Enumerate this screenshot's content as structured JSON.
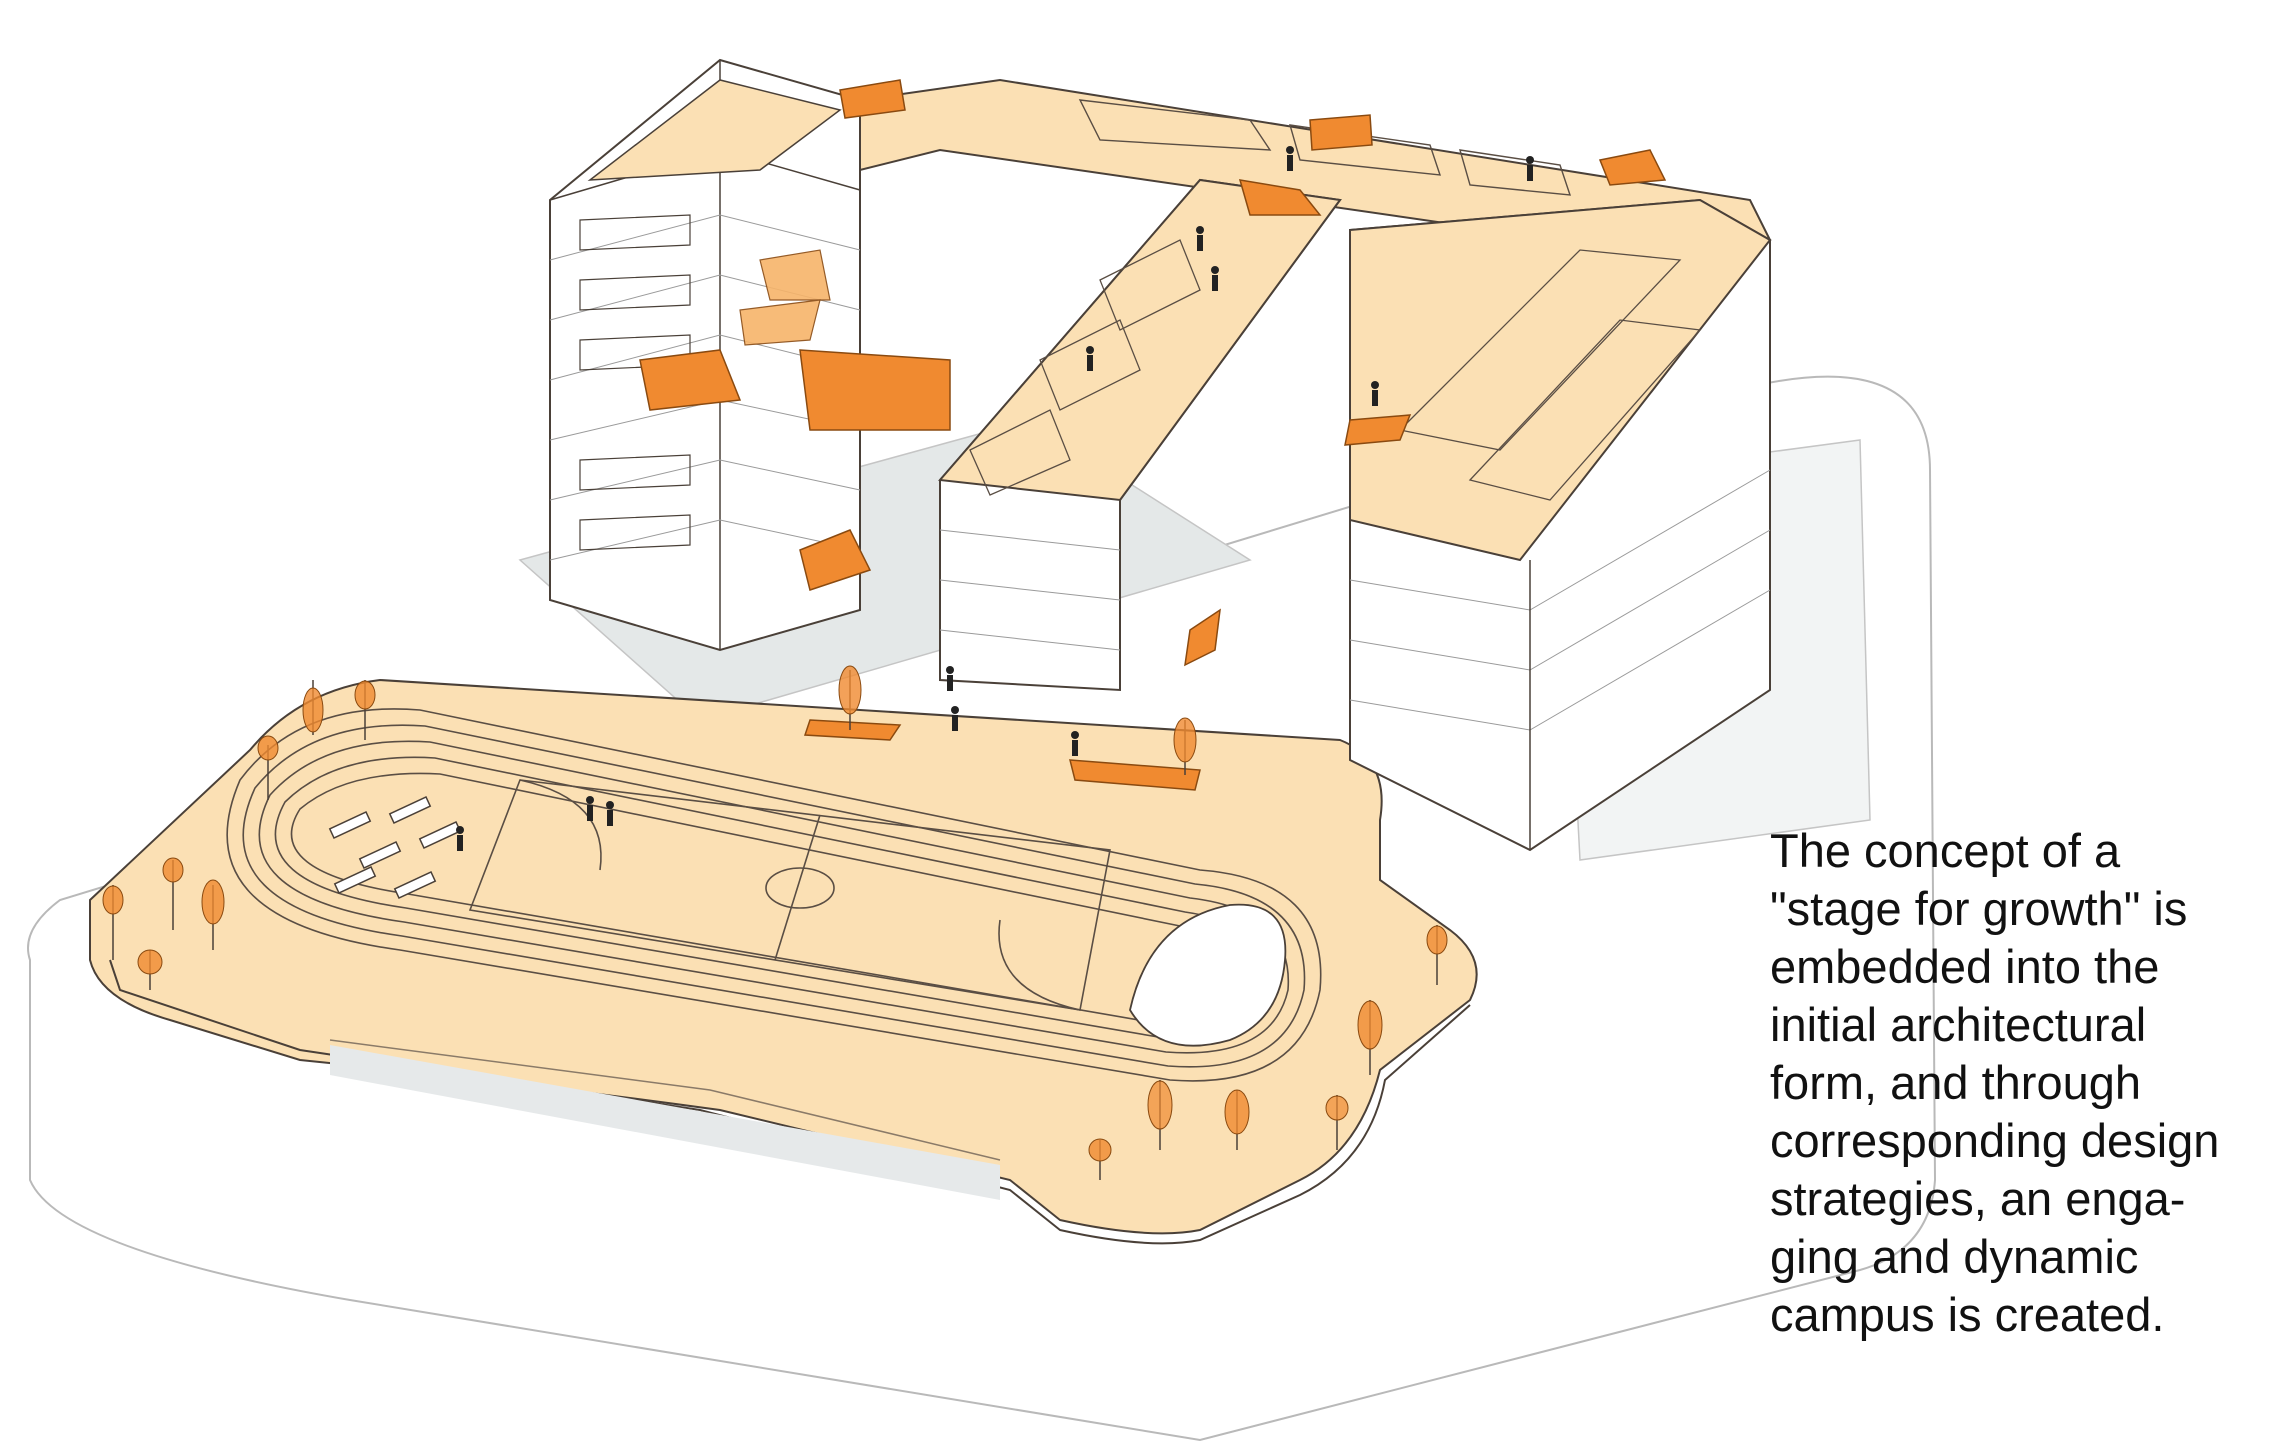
{
  "caption": {
    "lines": [
      "The concept of a",
      "\"stage for growth\" is",
      "embedded into the",
      "initial architectural",
      "form, and through",
      "corresponding design",
      "strategies, an enga-",
      "ging and dynamic",
      "campus is created."
    ]
  },
  "colors": {
    "ground": "#fbe0b4",
    "accent": "#f08a30",
    "accent_light": "#f7b46a",
    "facade": "#ffffff",
    "line": "#4a4038",
    "shadow": "#dfe3e3"
  },
  "icons": [
    "tree-icon",
    "person-figure-icon"
  ]
}
